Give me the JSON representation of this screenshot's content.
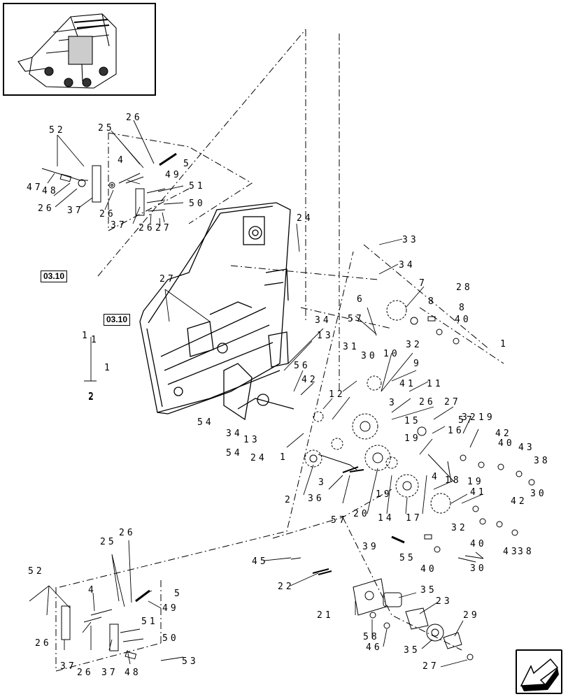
{
  "references": {
    "left": "03.10",
    "inner": "03.10"
  },
  "navigation": {
    "icon": "arrow-icon"
  },
  "labels": [
    {
      "id": "l01",
      "text": "52"
    },
    {
      "id": "l02",
      "text": "25"
    },
    {
      "id": "l03",
      "text": "26"
    },
    {
      "id": "l04",
      "text": "5"
    },
    {
      "id": "l05",
      "text": "4"
    },
    {
      "id": "l06",
      "text": "47"
    },
    {
      "id": "l07",
      "text": "48"
    },
    {
      "id": "l08",
      "text": "49"
    },
    {
      "id": "l09",
      "text": "51"
    },
    {
      "id": "l10",
      "text": "50"
    },
    {
      "id": "l11",
      "text": "26"
    },
    {
      "id": "l12",
      "text": "37"
    },
    {
      "id": "l13",
      "text": "26"
    },
    {
      "id": "l14",
      "text": "37"
    },
    {
      "id": "l15",
      "text": "26"
    },
    {
      "id": "l16",
      "text": "27"
    },
    {
      "id": "l17",
      "text": "24"
    },
    {
      "id": "l18",
      "text": "33"
    },
    {
      "id": "l19",
      "text": "34"
    },
    {
      "id": "l20",
      "text": "27"
    },
    {
      "id": "l21",
      "text": "7"
    },
    {
      "id": "l22",
      "text": "8"
    },
    {
      "id": "l23",
      "text": "28"
    },
    {
      "id": "l24",
      "text": "6"
    },
    {
      "id": "l25",
      "text": "8"
    },
    {
      "id": "l26",
      "text": "34"
    },
    {
      "id": "l27",
      "text": "57"
    },
    {
      "id": "l28",
      "text": "40"
    },
    {
      "id": "l29",
      "text": "13"
    },
    {
      "id": "l30",
      "text": "1"
    },
    {
      "id": "l31",
      "text": "31"
    },
    {
      "id": "l32",
      "text": "10"
    },
    {
      "id": "l33",
      "text": "32"
    },
    {
      "id": "l34",
      "text": "30"
    },
    {
      "id": "l35",
      "text": "9"
    },
    {
      "id": "l36",
      "text": "56"
    },
    {
      "id": "l37",
      "text": "42"
    },
    {
      "id": "l38",
      "text": "41"
    },
    {
      "id": "l39",
      "text": "11"
    },
    {
      "id": "l40",
      "text": "12"
    },
    {
      "id": "l41",
      "text": "3"
    },
    {
      "id": "l42",
      "text": "26"
    },
    {
      "id": "l43",
      "text": "27"
    },
    {
      "id": "l44",
      "text": "15"
    },
    {
      "id": "l45",
      "text": "32"
    },
    {
      "id": "l46",
      "text": "19"
    },
    {
      "id": "l47",
      "text": "1"
    },
    {
      "id": "l48",
      "text": "2"
    },
    {
      "id": "l49",
      "text": "57"
    },
    {
      "id": "l50",
      "text": "16"
    },
    {
      "id": "l51",
      "text": "54"
    },
    {
      "id": "l52",
      "text": "42"
    },
    {
      "id": "l53",
      "text": "34"
    },
    {
      "id": "l54",
      "text": "19"
    },
    {
      "id": "l55",
      "text": "40"
    },
    {
      "id": "l56",
      "text": "43"
    },
    {
      "id": "l57",
      "text": "13"
    },
    {
      "id": "l58",
      "text": "38"
    },
    {
      "id": "l59",
      "text": "54"
    },
    {
      "id": "l60",
      "text": "24"
    },
    {
      "id": "l61",
      "text": "1"
    },
    {
      "id": "l62",
      "text": "3"
    },
    {
      "id": "l63",
      "text": "4"
    },
    {
      "id": "l64",
      "text": "18"
    },
    {
      "id": "l65",
      "text": "19"
    },
    {
      "id": "l66",
      "text": "30"
    },
    {
      "id": "l67",
      "text": "2"
    },
    {
      "id": "l68",
      "text": "36"
    },
    {
      "id": "l69",
      "text": "20"
    },
    {
      "id": "l70",
      "text": "19"
    },
    {
      "id": "l71",
      "text": "14"
    },
    {
      "id": "l72",
      "text": "17"
    },
    {
      "id": "l73",
      "text": "41"
    },
    {
      "id": "l74",
      "text": "42"
    },
    {
      "id": "l75",
      "text": "57"
    },
    {
      "id": "l76",
      "text": "32"
    },
    {
      "id": "l77",
      "text": "40"
    },
    {
      "id": "l78",
      "text": "43"
    },
    {
      "id": "l79",
      "text": "38"
    },
    {
      "id": "l80",
      "text": "39"
    },
    {
      "id": "l81",
      "text": "55"
    },
    {
      "id": "l82",
      "text": "40"
    },
    {
      "id": "l83",
      "text": "30"
    },
    {
      "id": "l84",
      "text": "45"
    },
    {
      "id": "l85",
      "text": "22"
    },
    {
      "id": "l86",
      "text": "35"
    },
    {
      "id": "l87",
      "text": "23"
    },
    {
      "id": "l88",
      "text": "21"
    },
    {
      "id": "l89",
      "text": "29"
    },
    {
      "id": "l90",
      "text": "58"
    },
    {
      "id": "l91",
      "text": "46"
    },
    {
      "id": "l92",
      "text": "35"
    },
    {
      "id": "l93",
      "text": "27"
    },
    {
      "id": "l94",
      "text": "25"
    },
    {
      "id": "l95",
      "text": "26"
    },
    {
      "id": "l96",
      "text": "52"
    },
    {
      "id": "l97",
      "text": "5"
    },
    {
      "id": "l98",
      "text": "4"
    },
    {
      "id": "l99",
      "text": "49"
    },
    {
      "id": "m01",
      "text": "26"
    },
    {
      "id": "m02",
      "text": "51"
    },
    {
      "id": "m03",
      "text": "50"
    },
    {
      "id": "m04",
      "text": "37"
    },
    {
      "id": "m05",
      "text": "26"
    },
    {
      "id": "m06",
      "text": "37"
    },
    {
      "id": "m07",
      "text": "48"
    },
    {
      "id": "m08",
      "text": "53"
    },
    {
      "id": "m09",
      "text": "1"
    },
    {
      "id": "m10",
      "text": "1"
    },
    {
      "id": "m11",
      "text": "2"
    }
  ]
}
